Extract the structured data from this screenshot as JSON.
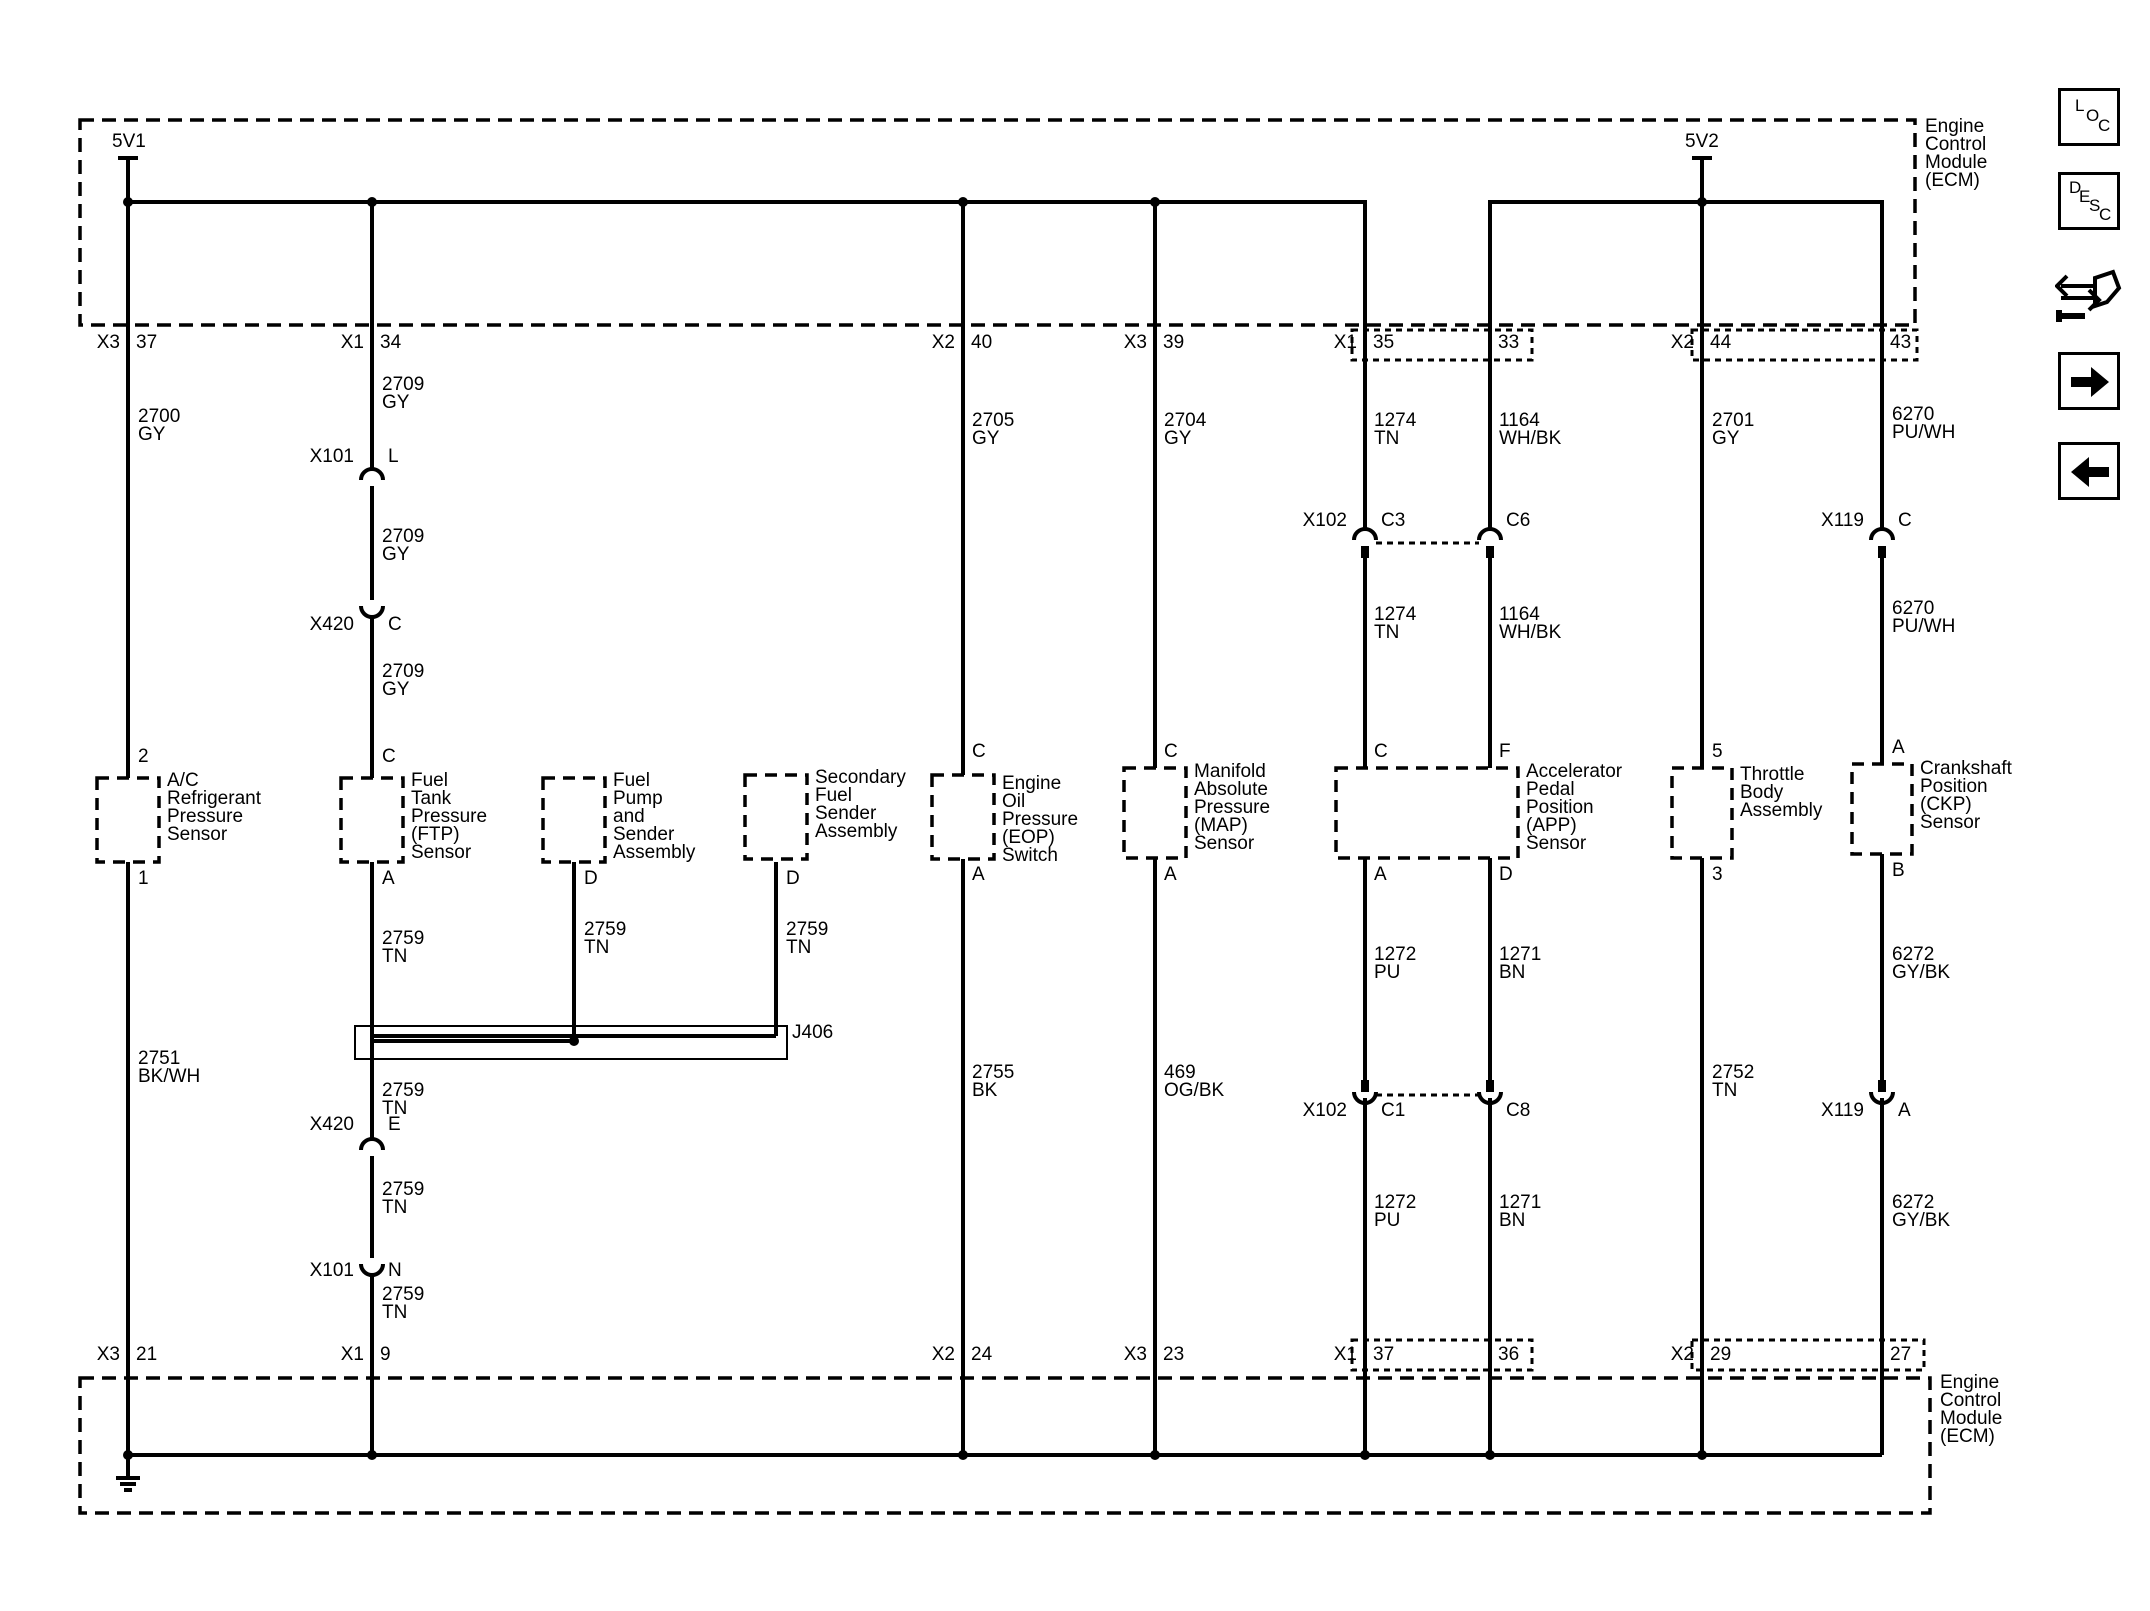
{
  "ecm_top": {
    "label": [
      "Engine",
      "Control",
      "Module",
      "(ECM)"
    ]
  },
  "ecm_bottom": {
    "label": [
      "Engine",
      "Control",
      "Module",
      "(ECM)"
    ]
  },
  "supplies": {
    "v1": "5V1",
    "v2": "5V2"
  },
  "nav": {
    "loc": {
      "letters": [
        "L",
        "O",
        "C"
      ]
    },
    "desc": {
      "letters": [
        "D",
        "E",
        "S",
        "C"
      ]
    },
    "tool_icon": "connector-wrench-icon",
    "next_icon": "arrow-right-icon",
    "prev_icon": "arrow-left-icon"
  },
  "top_pins": [
    {
      "conn": "X3",
      "pin": "37"
    },
    {
      "conn": "X1",
      "pin": "34"
    },
    {
      "conn": "X2",
      "pin": "40"
    },
    {
      "conn": "X3",
      "pin": "39"
    },
    {
      "conn": "X1",
      "pin": "35"
    },
    {
      "conn": "",
      "pin": "33"
    },
    {
      "conn": "X2",
      "pin": "44"
    },
    {
      "conn": "",
      "pin": "43"
    }
  ],
  "bottom_pins": [
    {
      "conn": "X3",
      "pin": "21"
    },
    {
      "conn": "X1",
      "pin": "9"
    },
    {
      "conn": "X2",
      "pin": "24"
    },
    {
      "conn": "X3",
      "pin": "23"
    },
    {
      "conn": "X1",
      "pin": "37"
    },
    {
      "conn": "",
      "pin": "36"
    },
    {
      "conn": "X2",
      "pin": "29"
    },
    {
      "conn": "",
      "pin": "27"
    }
  ],
  "wire_labels": [
    {
      "circuit": "2700",
      "color": "GY"
    },
    {
      "circuit": "2709",
      "color": "GY"
    },
    {
      "circuit": "2709",
      "color": "GY"
    },
    {
      "circuit": "2709",
      "color": "GY"
    },
    {
      "circuit": "2705",
      "color": "GY"
    },
    {
      "circuit": "2704",
      "color": "GY"
    },
    {
      "circuit": "1274",
      "color": "TN"
    },
    {
      "circuit": "1164",
      "color": "WH/BK"
    },
    {
      "circuit": "2701",
      "color": "GY"
    },
    {
      "circuit": "6270",
      "color": "PU/WH"
    },
    {
      "circuit": "1274",
      "color": "TN"
    },
    {
      "circuit": "1164",
      "color": "WH/BK"
    },
    {
      "circuit": "6270",
      "color": "PU/WH"
    },
    {
      "circuit": "2759",
      "color": "TN"
    },
    {
      "circuit": "2759",
      "color": "TN"
    },
    {
      "circuit": "2759",
      "color": "TN"
    },
    {
      "circuit": "1272",
      "color": "PU"
    },
    {
      "circuit": "1271",
      "color": "BN"
    },
    {
      "circuit": "6272",
      "color": "GY/BK"
    },
    {
      "circuit": "2751",
      "color": "BK/WH"
    },
    {
      "circuit": "2755",
      "color": "BK"
    },
    {
      "circuit": "469",
      "color": "OG/BK"
    },
    {
      "circuit": "2752",
      "color": "TN"
    },
    {
      "circuit": "2759",
      "color": "TN"
    },
    {
      "circuit": "2759",
      "color": "TN"
    },
    {
      "circuit": "2759",
      "color": "TN"
    },
    {
      "circuit": "1272",
      "color": "PU"
    },
    {
      "circuit": "1271",
      "color": "BN"
    },
    {
      "circuit": "6272",
      "color": "GY/BK"
    }
  ],
  "inline_connectors": [
    {
      "name": "X101",
      "pin": "L"
    },
    {
      "name": "X420",
      "pin": "C"
    },
    {
      "name": "X102",
      "pin": "C3"
    },
    {
      "name": "",
      "pin": "C6"
    },
    {
      "name": "X119",
      "pin": "C"
    },
    {
      "name": "X420",
      "pin": "E"
    },
    {
      "name": "X101",
      "pin": "N"
    },
    {
      "name": "X102",
      "pin": "C1"
    },
    {
      "name": "",
      "pin": "C8"
    },
    {
      "name": "X119",
      "pin": "A"
    }
  ],
  "splice": {
    "name": "J406"
  },
  "components": [
    {
      "name": [
        "A/C",
        "Refrigerant",
        "Pressure",
        "Sensor"
      ],
      "pin_top": "2",
      "pin_bottom": "1"
    },
    {
      "name": [
        "Fuel",
        "Tank",
        "Pressure",
        "(FTP)",
        "Sensor"
      ],
      "pin_top": "C",
      "pin_bottom": "A"
    },
    {
      "name": [
        "Fuel",
        "Pump",
        "and",
        "Sender",
        "Assembly"
      ],
      "pin_top": "",
      "pin_bottom": "D"
    },
    {
      "name": [
        "Secondary",
        "Fuel",
        "Sender",
        "Assembly"
      ],
      "pin_top": "",
      "pin_bottom": "D"
    },
    {
      "name": [
        "Engine",
        "Oil",
        "Pressure",
        "(EOP)",
        "Switch"
      ],
      "pin_top": "C",
      "pin_bottom": "A"
    },
    {
      "name": [
        "Manifold",
        "Absolute",
        "Pressure",
        "(MAP)",
        "Sensor"
      ],
      "pin_top": "C",
      "pin_bottom": "A"
    },
    {
      "name": [
        "Accelerator",
        "Pedal",
        "Position",
        "(APP)",
        "Sensor"
      ],
      "pin_top": "C",
      "pin_top_2": "F",
      "pin_bottom": "A",
      "pin_bottom_2": "D"
    },
    {
      "name": [
        "Throttle",
        "Body",
        "Assembly"
      ],
      "pin_top": "5",
      "pin_bottom": "3"
    },
    {
      "name": [
        "Crankshaft",
        "Position",
        "(CKP)",
        "Sensor"
      ],
      "pin_top": "A",
      "pin_bottom": "B"
    }
  ]
}
